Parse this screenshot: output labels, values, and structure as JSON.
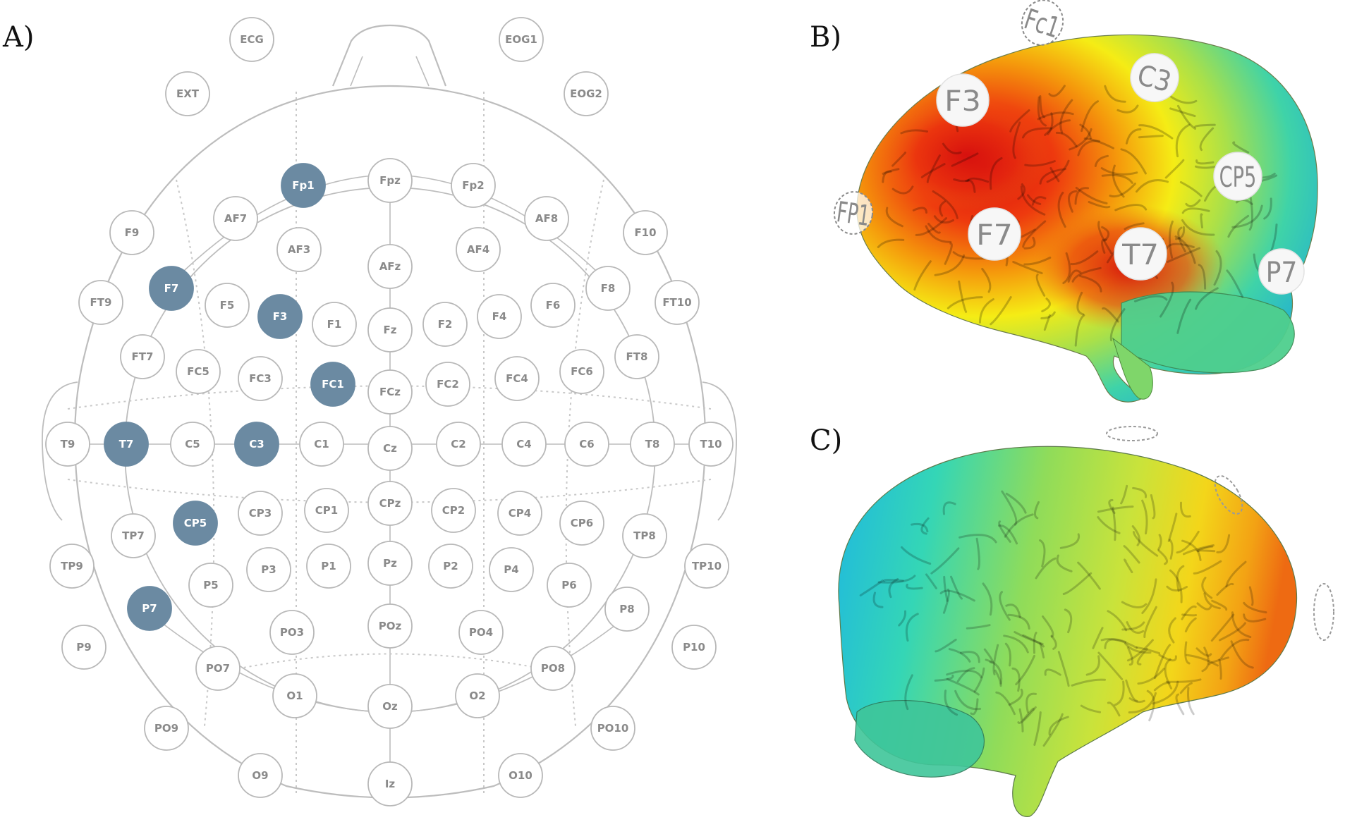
{
  "panels": {
    "a": "A)",
    "b": "B)",
    "c": "C)"
  },
  "colors": {
    "highlight": "#6b8aa2",
    "electrode_stroke": "#b8b8b8",
    "electrode_text": "#8a8a8a",
    "head_line": "#bdbdbd",
    "hot": "#e01515",
    "cool": "#1fb8e0"
  },
  "electrodes": [
    {
      "label": "ECG"
    },
    {
      "label": "EOG1"
    },
    {
      "label": "EXT"
    },
    {
      "label": "EOG2"
    },
    {
      "label": "Fp1",
      "highlighted": true
    },
    {
      "label": "Fpz"
    },
    {
      "label": "Fp2"
    },
    {
      "label": "F9"
    },
    {
      "label": "AF7"
    },
    {
      "label": "AF3"
    },
    {
      "label": "AFz"
    },
    {
      "label": "AF4"
    },
    {
      "label": "AF8"
    },
    {
      "label": "F10"
    },
    {
      "label": "FT9"
    },
    {
      "label": "F7",
      "highlighted": true
    },
    {
      "label": "F5"
    },
    {
      "label": "F3",
      "highlighted": true
    },
    {
      "label": "F1"
    },
    {
      "label": "Fz"
    },
    {
      "label": "F2"
    },
    {
      "label": "F4"
    },
    {
      "label": "F6"
    },
    {
      "label": "F8"
    },
    {
      "label": "FT10"
    },
    {
      "label": "FT7"
    },
    {
      "label": "FC5"
    },
    {
      "label": "FC3"
    },
    {
      "label": "FC1",
      "highlighted": true
    },
    {
      "label": "FCz"
    },
    {
      "label": "FC2"
    },
    {
      "label": "FC4"
    },
    {
      "label": "FC6"
    },
    {
      "label": "FT8"
    },
    {
      "label": "T9"
    },
    {
      "label": "T7",
      "highlighted": true
    },
    {
      "label": "C5"
    },
    {
      "label": "C3",
      "highlighted": true
    },
    {
      "label": "C1"
    },
    {
      "label": "Cz"
    },
    {
      "label": "C2"
    },
    {
      "label": "C4"
    },
    {
      "label": "C6"
    },
    {
      "label": "T8"
    },
    {
      "label": "T10"
    },
    {
      "label": "TP7"
    },
    {
      "label": "CP5",
      "highlighted": true
    },
    {
      "label": "CP3"
    },
    {
      "label": "CP1"
    },
    {
      "label": "CPz"
    },
    {
      "label": "CP2"
    },
    {
      "label": "CP4"
    },
    {
      "label": "CP6"
    },
    {
      "label": "TP8"
    },
    {
      "label": "TP9"
    },
    {
      "label": "P5"
    },
    {
      "label": "P3"
    },
    {
      "label": "P1"
    },
    {
      "label": "Pz"
    },
    {
      "label": "P2"
    },
    {
      "label": "P4"
    },
    {
      "label": "P6"
    },
    {
      "label": "TP10"
    },
    {
      "label": "P7",
      "highlighted": true
    },
    {
      "label": "P8"
    },
    {
      "label": "P9"
    },
    {
      "label": "PO3"
    },
    {
      "label": "POz"
    },
    {
      "label": "PO4"
    },
    {
      "label": "P10"
    },
    {
      "label": "PO7"
    },
    {
      "label": "PO8"
    },
    {
      "label": "O1"
    },
    {
      "label": "O2"
    },
    {
      "label": "PO9"
    },
    {
      "label": "Oz"
    },
    {
      "label": "PO10"
    },
    {
      "label": "O9"
    },
    {
      "label": "Iz"
    },
    {
      "label": "O10"
    }
  ],
  "brain_b_labels": [
    "F3",
    "FP1",
    "F7",
    "T7",
    "C3",
    "CP5",
    "P7",
    "Fc1"
  ]
}
